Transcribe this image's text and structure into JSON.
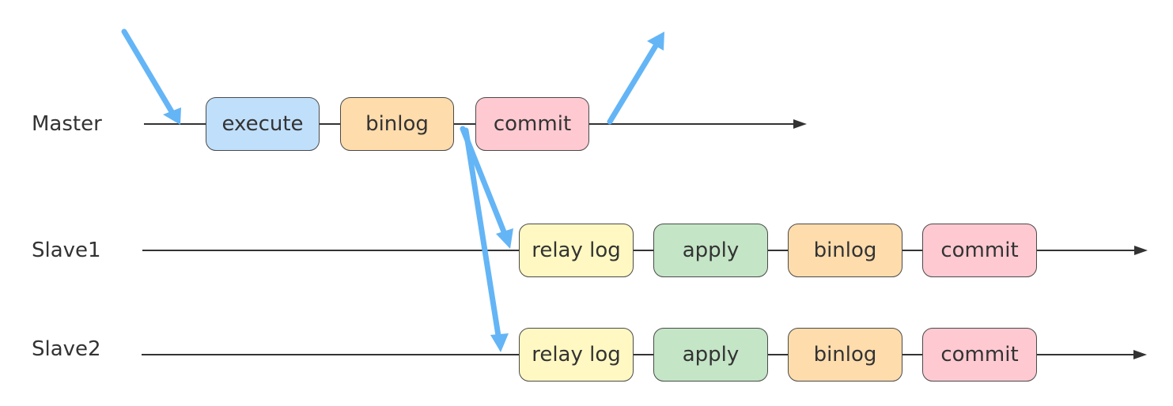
{
  "rows": {
    "master": {
      "label": "Master"
    },
    "slave1": {
      "label": "Slave1"
    },
    "slave2": {
      "label": "Slave2"
    }
  },
  "stages": {
    "master": [
      "execute",
      "binlog",
      "commit"
    ],
    "slave1": [
      "relay log",
      "apply",
      "binlog",
      "commit"
    ],
    "slave2": [
      "relay log",
      "apply",
      "binlog",
      "commit"
    ]
  },
  "colors": {
    "execute": "#c0dffb",
    "binlog": "#fedcac",
    "commit": "#fec9d1",
    "relay_log": "#fff8c2",
    "apply": "#c4e5c6",
    "flow_arrow": "#64b5f6",
    "timeline": "#333333"
  }
}
